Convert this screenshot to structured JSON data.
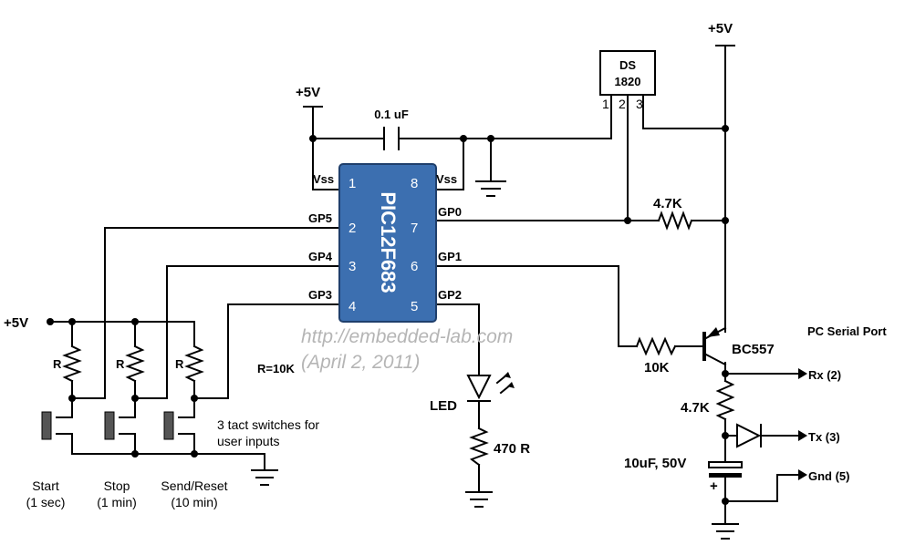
{
  "ic": {
    "name": "PIC12F683",
    "fill_color": "#3c6fb0",
    "pins": [
      "1",
      "2",
      "3",
      "4",
      "5",
      "6",
      "7",
      "8"
    ],
    "pin_names": [
      "Vss",
      "GP5",
      "GP4",
      "GP3",
      "GP2",
      "GP1",
      "GP0",
      "Vss"
    ]
  },
  "sensor": {
    "line1": "DS",
    "line2": "1820",
    "pins": [
      "1",
      "2",
      "3"
    ]
  },
  "supply": {
    "top_left": "+5V",
    "top_right": "+5V",
    "switches": "+5V"
  },
  "components": {
    "capacitor": "0.1 uF",
    "pullup": "4.7K",
    "base_resistor": "10K",
    "transistor": "BC557",
    "rx_resistor": "4.7K",
    "electrolytic": "10uF, 50V",
    "cap_polarity": "+",
    "led": "LED",
    "led_resistor": "470 R",
    "switch_resistor": "R",
    "switch_resistor_value": "R=10K"
  },
  "serial": {
    "title": "PC Serial Port",
    "rx": "Rx (2)",
    "tx": "Tx (3)",
    "gnd": "Gnd (5)"
  },
  "notes": {
    "switches_line1": "3 tact switches for",
    "switches_line2": "user inputs"
  },
  "switches": [
    {
      "name": "Start",
      "time": "(1 sec)"
    },
    {
      "name": "Stop",
      "time": "(1 min)"
    },
    {
      "name": "Send/Reset",
      "time": "(10 min)"
    }
  ],
  "watermark": {
    "url": "http://embedded-lab.com",
    "date": "(April 2, 2011)"
  }
}
